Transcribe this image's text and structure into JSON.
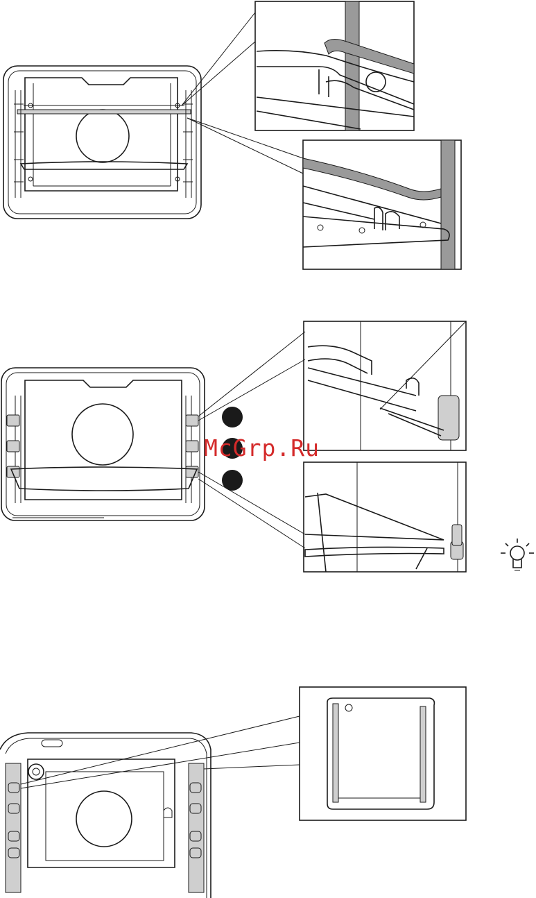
{
  "watermark": {
    "text": "McGrp.Ru",
    "color": "#d42a2a"
  },
  "figures": [
    {
      "id": "oven-wire-shelf",
      "callouts": [
        "shelf-front-detail",
        "shelf-rear-detail"
      ]
    },
    {
      "id": "oven-telescopic-runners",
      "markers": 3,
      "callouts": [
        "runner-shelf-detail",
        "runner-tray-detail"
      ]
    },
    {
      "id": "oven-side-panels",
      "callouts": [
        "side-panel-detail"
      ]
    }
  ],
  "tip": {
    "icon": "lightbulb-icon"
  }
}
